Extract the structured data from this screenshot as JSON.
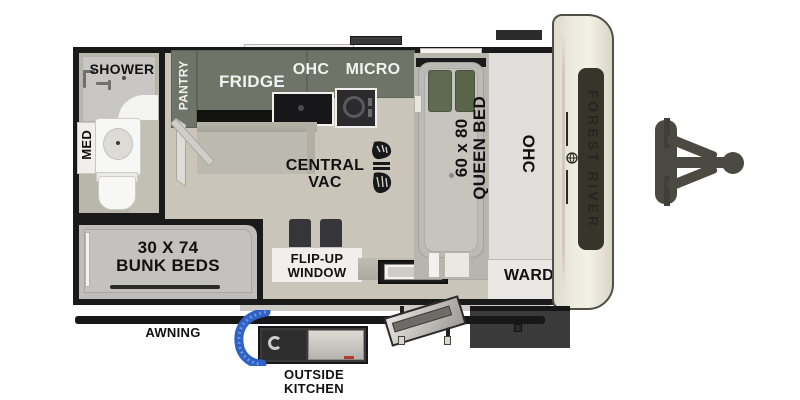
{
  "diagram": {
    "type": "rv-travel-trailer-floorplan",
    "brand": "FOREST RIVER",
    "view": "top-down floorplan"
  },
  "interior": {
    "bathroom": {
      "shower_label": "SHOWER",
      "medicine_cabinet_label": "MED"
    },
    "kitchen": {
      "pantry_label": "PANTRY",
      "fridge_label": "FRIDGE",
      "overhead_cabinet_label": "OHC",
      "microwave_label": "MICRO"
    },
    "living": {
      "central_vac_label": "CENTRAL\nVAC",
      "flip_up_window_label": "FLIP-UP\nWINDOW"
    },
    "sleeping": {
      "bunk_label": "30 X 74\nBUNK BEDS",
      "bunk_size": "30 X 74",
      "bed_label": "60 x 80\nQUEEN BED",
      "bed_size": "60 x 80",
      "bedroom_overhead_label": "OHC",
      "wardrobe_label": "WARD"
    }
  },
  "exterior": {
    "awning_label": "AWNING",
    "outside_kitchen_label": "OUTSIDE\nKITCHEN",
    "front_cap_brand": "FOREST RIVER"
  },
  "colors": {
    "cabinet_green": "#6e7568",
    "floor_beige": "#c9c5b8",
    "shell_outline": "#1a1a1a",
    "cap_cream": "#f3f1e6",
    "hose_blue": "#2f62c4",
    "dark_trim": "#17171a"
  }
}
